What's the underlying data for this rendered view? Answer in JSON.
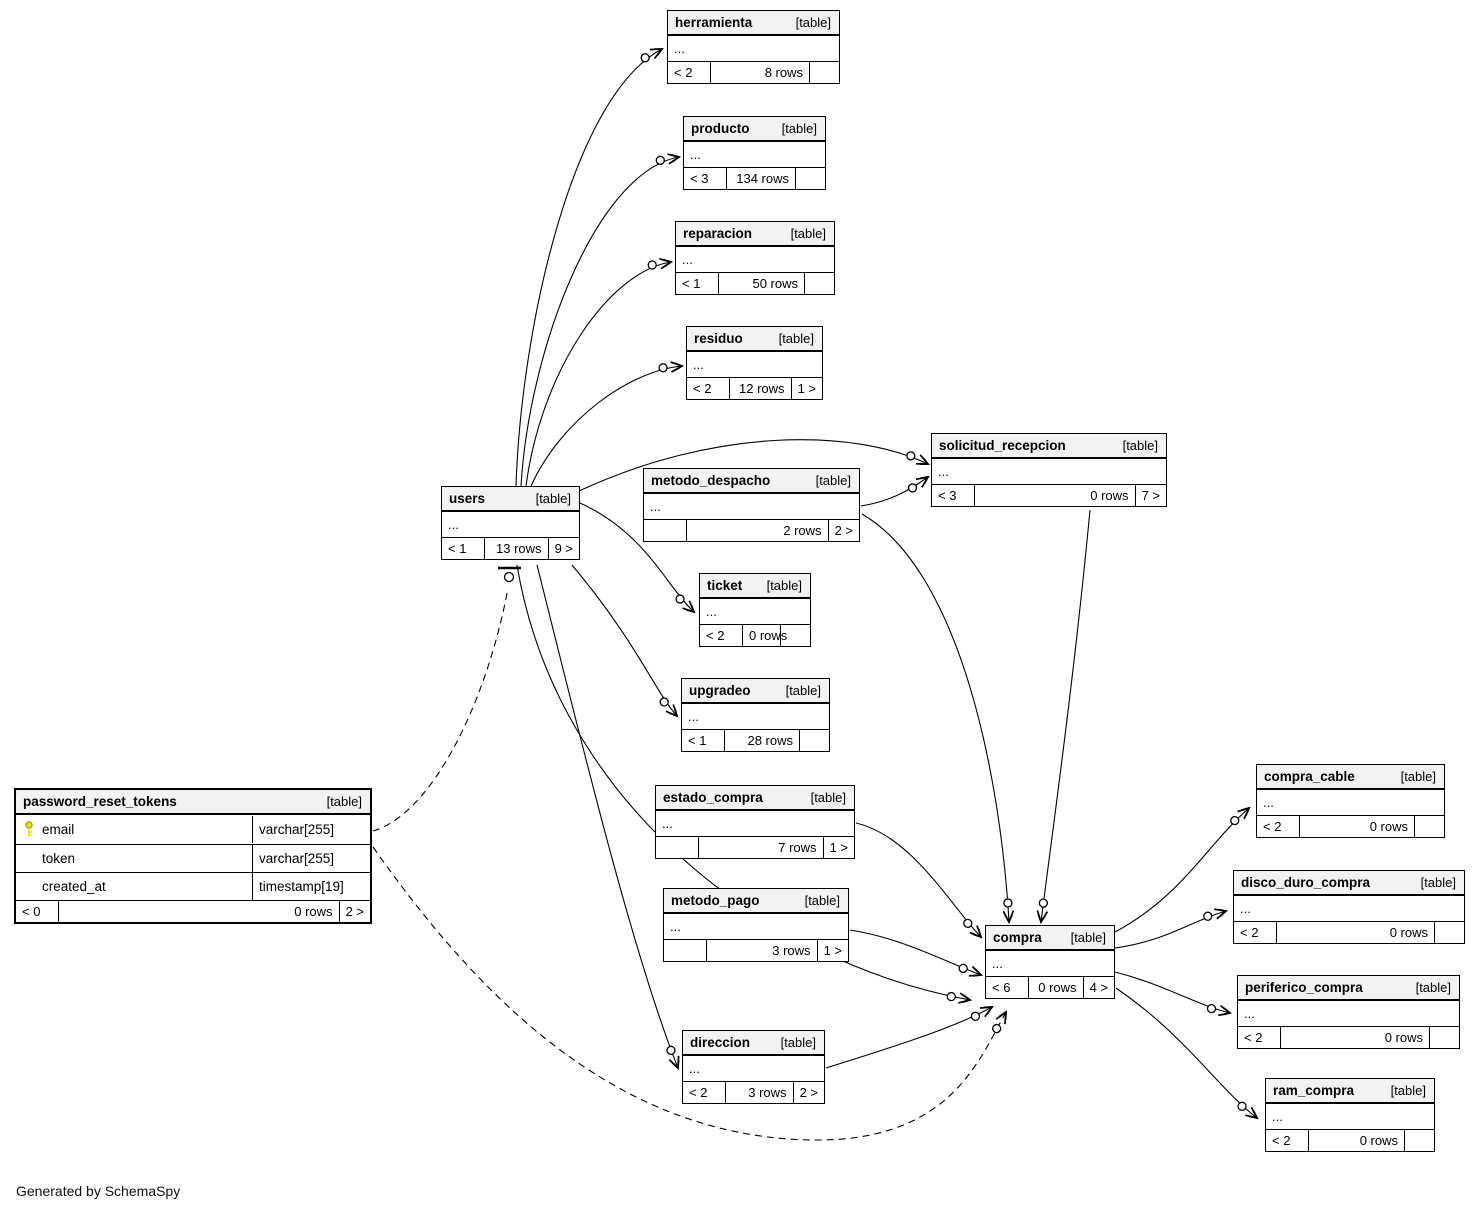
{
  "diagram": {
    "footer_note": "Generated by SchemaSpy",
    "type_label": "[table]"
  },
  "colors": {
    "border": "#000000",
    "header_bg": "#f2f2f2",
    "line": "#000000",
    "pk_key_fill": "#e8e800",
    "pk_key_stroke": "#9a9a00",
    "background": "#ffffff"
  },
  "tables": [
    {
      "id": "herramienta",
      "name": "herramienta",
      "tag": "[table]",
      "body": "...",
      "footer": [
        "< 2",
        "8 rows",
        ""
      ]
    },
    {
      "id": "producto",
      "name": "producto",
      "tag": "[table]",
      "body": "...",
      "footer": [
        "< 3",
        "134 rows",
        ""
      ]
    },
    {
      "id": "reparacion",
      "name": "reparacion",
      "tag": "[table]",
      "body": "...",
      "footer": [
        "< 1",
        "50 rows",
        ""
      ]
    },
    {
      "id": "residuo",
      "name": "residuo",
      "tag": "[table]",
      "body": "...",
      "footer": [
        "< 2",
        "12 rows",
        "1 >"
      ]
    },
    {
      "id": "users",
      "name": "users",
      "tag": "[table]",
      "body": "...",
      "footer": [
        "< 1",
        "13 rows",
        "9 >"
      ]
    },
    {
      "id": "metodo_despacho",
      "name": "metodo_despacho",
      "tag": "[table]",
      "body": "...",
      "footer": [
        "",
        "2 rows",
        "2 >"
      ]
    },
    {
      "id": "solicitud_recepcion",
      "name": "solicitud_recepcion",
      "tag": "[table]",
      "body": "...",
      "footer": [
        "< 3",
        "0 rows",
        "7 >"
      ]
    },
    {
      "id": "ticket",
      "name": "ticket",
      "tag": "[table]",
      "body": "...",
      "footer": [
        "< 2",
        "0 rows",
        ""
      ]
    },
    {
      "id": "upgradeo",
      "name": "upgradeo",
      "tag": "[table]",
      "body": "...",
      "footer": [
        "< 1",
        "28 rows",
        ""
      ]
    },
    {
      "id": "password_reset_tokens",
      "name": "password_reset_tokens",
      "tag": "[table]",
      "emphasis": true,
      "columns": [
        {
          "name": "email",
          "type": "varchar[255]",
          "pk": true
        },
        {
          "name": "token",
          "type": "varchar[255]",
          "pk": false
        },
        {
          "name": "created_at",
          "type": "timestamp[19]",
          "pk": false
        }
      ],
      "footer": [
        "< 0",
        "0 rows",
        "2 >"
      ]
    },
    {
      "id": "estado_compra",
      "name": "estado_compra",
      "tag": "[table]",
      "body": "...",
      "footer": [
        "",
        "7 rows",
        "1 >"
      ]
    },
    {
      "id": "metodo_pago",
      "name": "metodo_pago",
      "tag": "[table]",
      "body": "...",
      "footer": [
        "",
        "3 rows",
        "1 >"
      ]
    },
    {
      "id": "compra",
      "name": "compra",
      "tag": "[table]",
      "body": "...",
      "footer": [
        "< 6",
        "0 rows",
        "4 >"
      ]
    },
    {
      "id": "direccion",
      "name": "direccion",
      "tag": "[table]",
      "body": "...",
      "footer": [
        "< 2",
        "3 rows",
        "2 >"
      ]
    },
    {
      "id": "compra_cable",
      "name": "compra_cable",
      "tag": "[table]",
      "body": "...",
      "footer": [
        "< 2",
        "0 rows",
        ""
      ]
    },
    {
      "id": "disco_duro_compra",
      "name": "disco_duro_compra",
      "tag": "[table]",
      "body": "...",
      "footer": [
        "< 2",
        "0 rows",
        ""
      ]
    },
    {
      "id": "periferico_compra",
      "name": "periferico_compra",
      "tag": "[table]",
      "body": "...",
      "footer": [
        "< 2",
        "0 rows",
        ""
      ]
    },
    {
      "id": "ram_compra",
      "name": "ram_compra",
      "tag": "[table]",
      "body": "...",
      "footer": [
        "< 2",
        "0 rows",
        ""
      ]
    }
  ],
  "relationships": [
    {
      "from": "users",
      "to": "herramienta",
      "style": "solid"
    },
    {
      "from": "users",
      "to": "producto",
      "style": "solid"
    },
    {
      "from": "users",
      "to": "reparacion",
      "style": "solid"
    },
    {
      "from": "users",
      "to": "residuo",
      "style": "solid"
    },
    {
      "from": "users",
      "to": "solicitud_recepcion",
      "style": "solid"
    },
    {
      "from": "metodo_despacho",
      "to": "solicitud_recepcion",
      "style": "solid"
    },
    {
      "from": "metodo_despacho",
      "to": "compra",
      "style": "solid"
    },
    {
      "from": "solicitud_recepcion",
      "to": "compra",
      "style": "solid"
    },
    {
      "from": "estado_compra",
      "to": "compra",
      "style": "solid"
    },
    {
      "from": "metodo_pago",
      "to": "compra",
      "style": "solid"
    },
    {
      "from": "users",
      "to": "ticket",
      "style": "solid"
    },
    {
      "from": "users",
      "to": "upgradeo",
      "style": "solid"
    },
    {
      "from": "users",
      "to": "direccion",
      "style": "solid"
    },
    {
      "from": "users",
      "to": "compra",
      "style": "solid"
    },
    {
      "from": "direccion",
      "to": "compra",
      "style": "solid"
    },
    {
      "from": "compra",
      "to": "compra_cable",
      "style": "solid"
    },
    {
      "from": "compra",
      "to": "disco_duro_compra",
      "style": "solid"
    },
    {
      "from": "compra",
      "to": "periferico_compra",
      "style": "solid"
    },
    {
      "from": "compra",
      "to": "ram_compra",
      "style": "solid"
    },
    {
      "from": "password_reset_tokens",
      "to": "users",
      "style": "dashed"
    },
    {
      "from": "password_reset_tokens",
      "to": "compra",
      "style": "dashed"
    }
  ]
}
